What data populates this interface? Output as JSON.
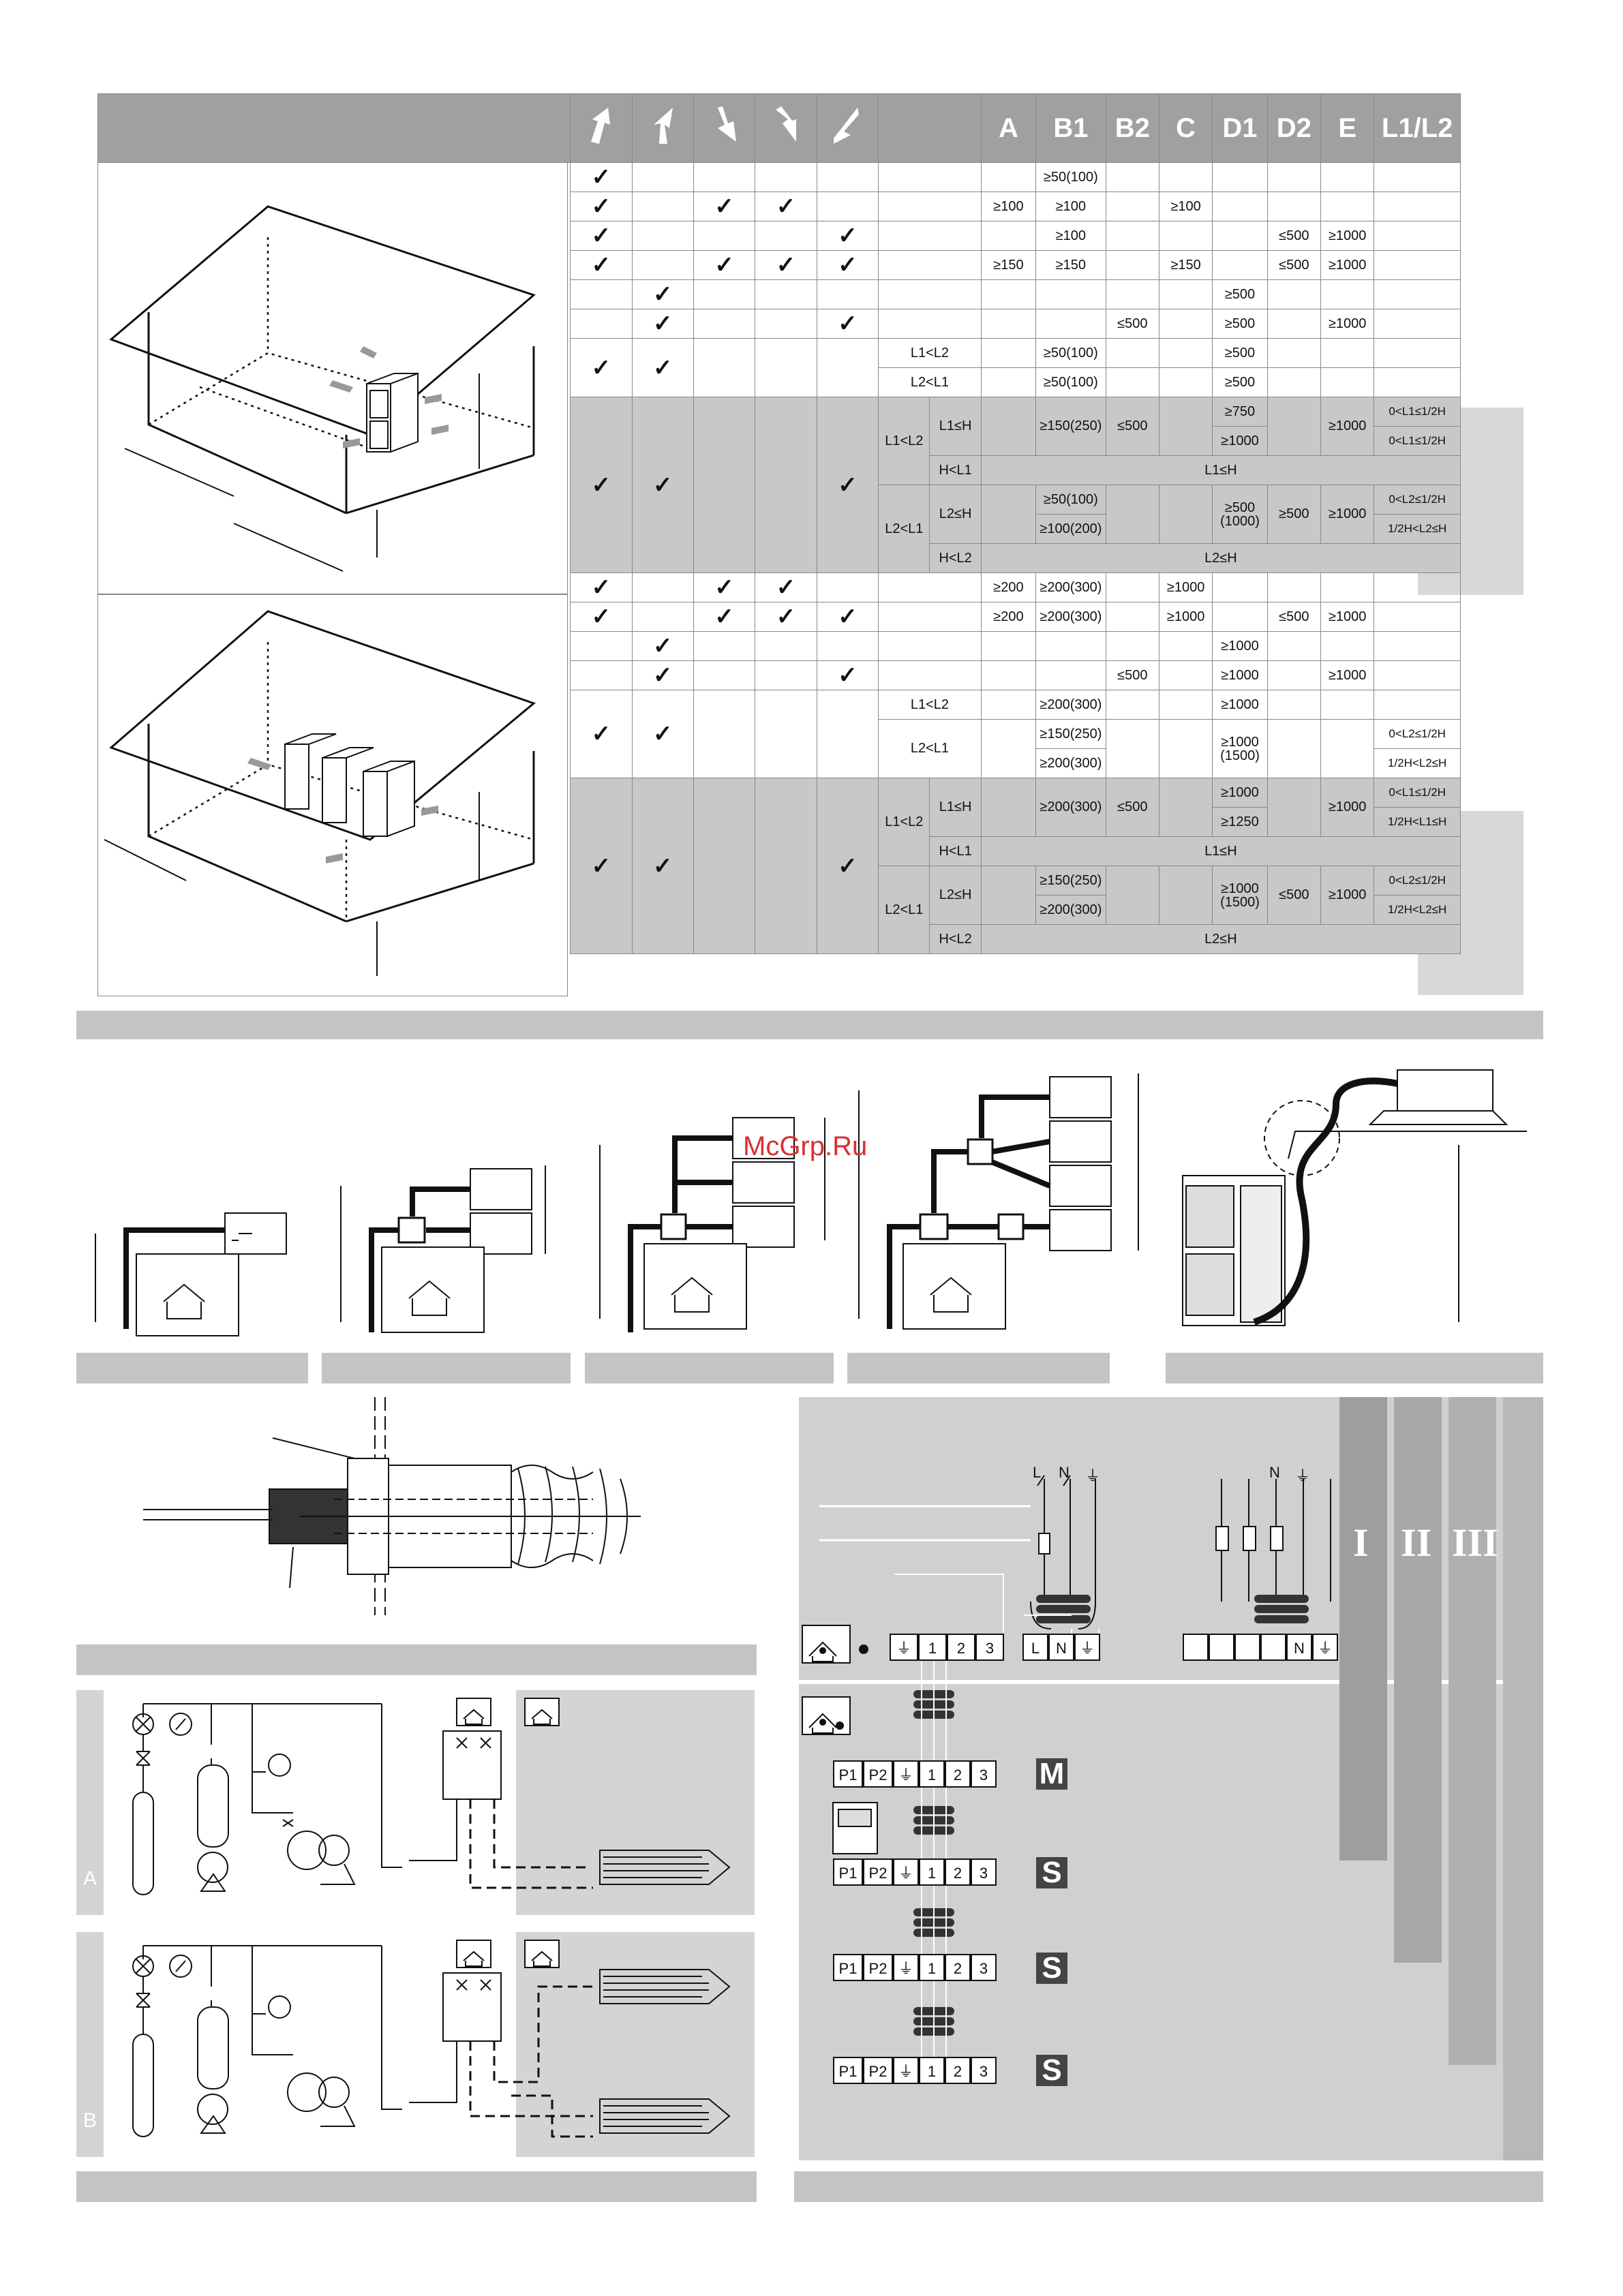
{
  "table": {
    "direction_icons": [
      "flow-arrow-icon-1",
      "flow-arrow-icon-2",
      "flow-arrow-icon-3",
      "flow-arrow-icon-4",
      "flow-arrow-icon-5"
    ],
    "headers": [
      "A",
      "B1",
      "B2",
      "C",
      "D1",
      "D2",
      "E",
      "L1/L2"
    ],
    "check": "✓",
    "values": {
      "v50_100": "≥50(100)",
      "v100": "≥100",
      "v150": "≥150",
      "v500": "≥500",
      "v1000": "≥1000",
      "le500": "≤500",
      "v750": "≥750",
      "v150_250": "≥150(250)",
      "v100_200": "≥100(200)",
      "v500_1000a": "≥500",
      "v500_1000b": "(1000)",
      "v200": "≥200",
      "v200_300": "≥200(300)",
      "v1250": "≥1250",
      "v1000_1500a": "≥1000",
      "v1000_1500b": "(1500)"
    },
    "conditions": {
      "l1_lt_l2": "L1<L2",
      "l2_lt_l1": "L2<L1",
      "l1_le_h": "L1≤H",
      "l2_le_h": "L2≤H",
      "h_lt_l1": "H<L1",
      "h_lt_l2": "H<L2",
      "l1_h_a": "0<L1≤1/2H",
      "l1_h_b": "1/2H<L1≤H",
      "l2_h_a": "0<L2≤1/2H",
      "l2_h_b": "1/2H<L2≤H"
    }
  },
  "wiring": {
    "power_labels": {
      "l": "L",
      "n": "N",
      "earth": "⏚"
    },
    "terminal_main": [
      "⏚",
      "1",
      "2",
      "3",
      "L",
      "N",
      "⏚"
    ],
    "terminal_3ph": [
      "",
      "",
      "",
      "",
      "N",
      "⏚"
    ],
    "terminal_unit": [
      "P1",
      "P2",
      "⏚",
      "1",
      "2",
      "3"
    ],
    "units": [
      "M",
      "S",
      "S",
      "S"
    ],
    "roman": [
      "I",
      "II",
      "III"
    ]
  },
  "vacuum": {
    "labels": [
      "A",
      "B"
    ]
  },
  "watermark": "McGrp.Ru"
}
